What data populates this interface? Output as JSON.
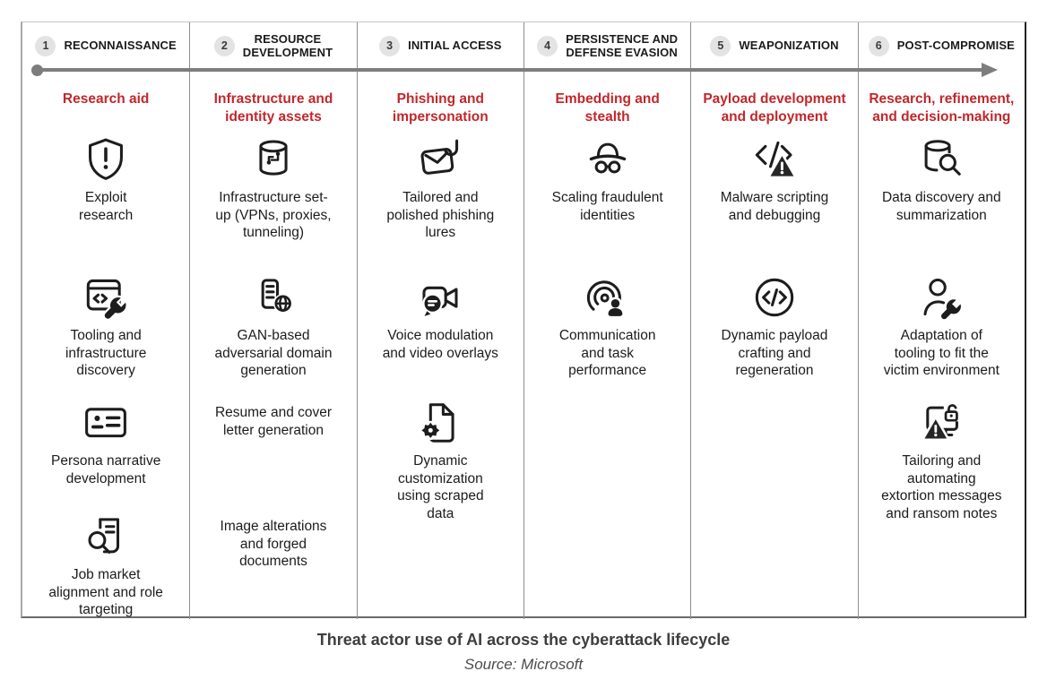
{
  "figure": {
    "caption": "Threat actor use of AI across the cyberattack lifecycle",
    "source": "Source: Microsoft"
  },
  "colors": {
    "accent_red": "#c2272b",
    "arrow_gray": "#7d7d7d",
    "ink": "#1c1c1c",
    "badge_gray": "#e3e3e3"
  },
  "stages": [
    {
      "number": "1",
      "title": "RECONNAISSANCE",
      "subtitle": "Research aid",
      "items": [
        {
          "icon": "shield-exclamation-icon",
          "label": "Exploit\nresearch",
          "row": 1
        },
        {
          "icon": "code-window-wrench-icon",
          "label": "Tooling and\ninfrastructure\ndiscovery",
          "row": 2
        },
        {
          "icon": "contact-card-icon",
          "label": "Persona narrative\ndevelopment",
          "row": 3
        },
        {
          "icon": "document-search-icon",
          "label": "Job market\nalignment and role\ntargeting",
          "row": 4
        }
      ]
    },
    {
      "number": "2",
      "title": "RESOURCE\nDEVELOPMENT",
      "subtitle": "Infrastructure and\nidentity assets",
      "items": [
        {
          "icon": "database-circuit-icon",
          "label": "Infrastructure set-\nup (VPNs, proxies,\ntunneling)",
          "row": 1
        },
        {
          "icon": "device-globe-icon",
          "label": "GAN-based\nadversarial domain\ngeneration",
          "row": 2
        },
        {
          "icon": "resume-tray-icon",
          "label": "Resume and cover\nletter generation",
          "row": 3
        },
        {
          "icon": "image-edit-icon",
          "label": "Image alterations\nand forged\ndocuments",
          "row": 4
        }
      ]
    },
    {
      "number": "3",
      "title": "INITIAL ACCESS",
      "subtitle": "Phishing and\nimpersonation",
      "items": [
        {
          "icon": "phishing-envelope-hook-icon",
          "label": "Tailored and\npolished phishing\nlures",
          "row": 1
        },
        {
          "icon": "video-voice-bubble-icon",
          "label": "Voice modulation\nand video overlays",
          "row": 2
        },
        {
          "icon": "document-gear-icon",
          "label": "Dynamic\ncustomization\nusing scraped\ndata",
          "row": 3
        }
      ]
    },
    {
      "number": "4",
      "title": "PERSISTENCE AND\nDEFENSE EVASION",
      "subtitle": "Embedding and\nstealth",
      "items": [
        {
          "icon": "incognito-icon",
          "label": "Scaling fraudulent\nidentities",
          "row": 1
        },
        {
          "icon": "signal-person-icon",
          "label": "Communication\nand task\nperformance",
          "row": 2
        }
      ]
    },
    {
      "number": "5",
      "title": "WEAPONIZATION",
      "subtitle": "Payload development\nand deployment",
      "items": [
        {
          "icon": "code-warning-icon",
          "label": "Malware scripting\nand debugging",
          "row": 1
        },
        {
          "icon": "code-circle-icon",
          "label": "Dynamic payload\ncrafting and\nregeneration",
          "row": 2
        }
      ]
    },
    {
      "number": "6",
      "title": "POST-COMPROMISE",
      "subtitle": "Research, refinement,\nand decision-making",
      "items": [
        {
          "icon": "database-search-icon",
          "label": "Data discovery and\nsummarization",
          "row": 1
        },
        {
          "icon": "person-wrench-icon",
          "label": "Adaptation of\ntooling to fit the\nvictim environment",
          "row": 2
        },
        {
          "icon": "monitor-ransom-alert-icon",
          "label": "Tailoring and\nautomating\nextortion messages\nand ransom notes",
          "row": 3
        }
      ]
    }
  ]
}
